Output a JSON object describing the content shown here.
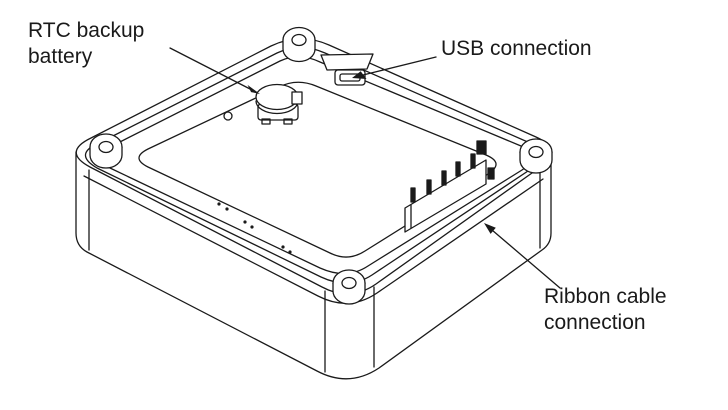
{
  "figure": {
    "background_color": "#ffffff",
    "line_color": "#1a1a1a",
    "labels": {
      "rtc": {
        "line1": "RTC backup",
        "line2": "battery"
      },
      "usb": {
        "text": "USB connection"
      },
      "ribbon": {
        "line1": "Ribbon cable",
        "line2": "connection"
      }
    }
  }
}
